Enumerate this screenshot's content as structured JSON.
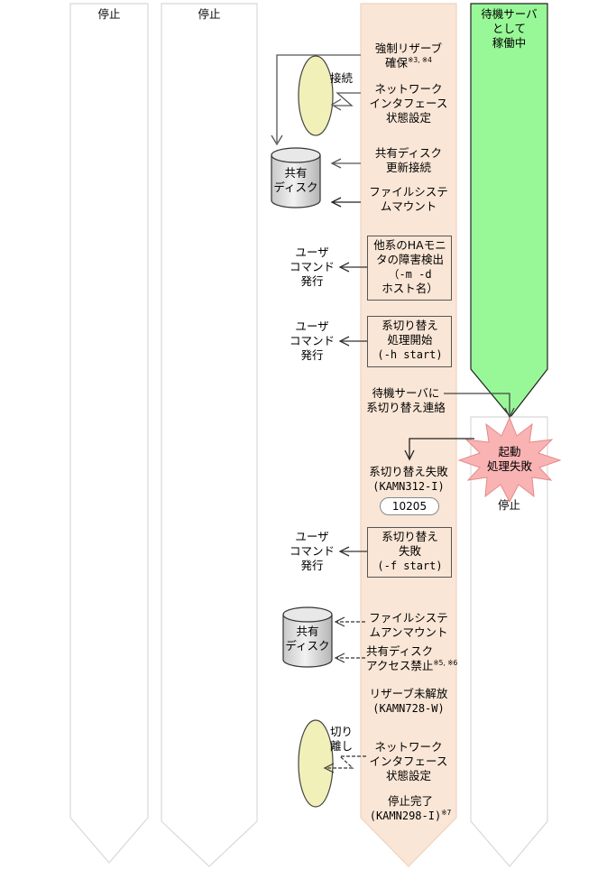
{
  "columns": {
    "col1": {
      "status": "停止"
    },
    "col2": {
      "status": "停止"
    },
    "col4_top": {
      "status_lines": [
        "待機サーバ",
        "として",
        "稼働中"
      ],
      "color": "#98f898"
    },
    "col4_bottom": {
      "status": "停止"
    },
    "col3": {
      "color": "#fae6d6"
    }
  },
  "steps": {
    "force_reserve": {
      "line1": "強制リザーブ",
      "line2": "確保",
      "note": "※3, ※4"
    },
    "nic_connect": {
      "lines": [
        "ネットワーク",
        "インタフェース",
        "状態設定"
      ],
      "side_label": "接続"
    },
    "disk_update": {
      "lines": [
        "共有ディスク",
        "更新接続"
      ]
    },
    "fs_mount": {
      "lines": [
        "ファイルシステ",
        "ムマウント"
      ]
    },
    "ha_fault": {
      "lines": [
        "他系のHAモニ",
        "タの障害検出",
        "（-m -d",
        "ホスト名）"
      ]
    },
    "switch_start": {
      "lines": [
        "系切り替え",
        "処理開始",
        "(-h start)"
      ]
    },
    "notify_standby": {
      "lines": [
        "待機サーバに",
        "系切り替え連絡"
      ]
    },
    "switch_fail": {
      "lines": [
        "系切り替え失敗",
        "(KAMN312-I)"
      ],
      "code": "10205"
    },
    "switch_fail_cmd": {
      "lines": [
        "系切り替え",
        "失敗",
        "(-f start)"
      ]
    },
    "fs_unmount": {
      "lines": [
        "ファイルシステ",
        "ムアンマウント"
      ]
    },
    "disk_deny": {
      "line1": "共有ディスク",
      "line2": "アクセス禁止",
      "note": "※5, ※6"
    },
    "reserve_unreleased": {
      "lines": [
        "リザーブ未解放",
        "(KAMN728-W)"
      ]
    },
    "nic_disconnect": {
      "lines": [
        "ネットワーク",
        "インタフェース",
        "状態設定"
      ],
      "side_label_lines": [
        "切り",
        "離し"
      ]
    },
    "stop_complete": {
      "line1": "停止完了",
      "line2": "(KAMN298-I)",
      "note": "※7"
    }
  },
  "startup_failure": {
    "lines": [
      "起動",
      "処理失敗"
    ],
    "color": "#f9b3b3"
  },
  "shared_disk": {
    "lines": [
      "共有",
      "ディスク"
    ]
  },
  "user_command": {
    "lines": [
      "ユーザ",
      "コマンド",
      "発行"
    ]
  }
}
